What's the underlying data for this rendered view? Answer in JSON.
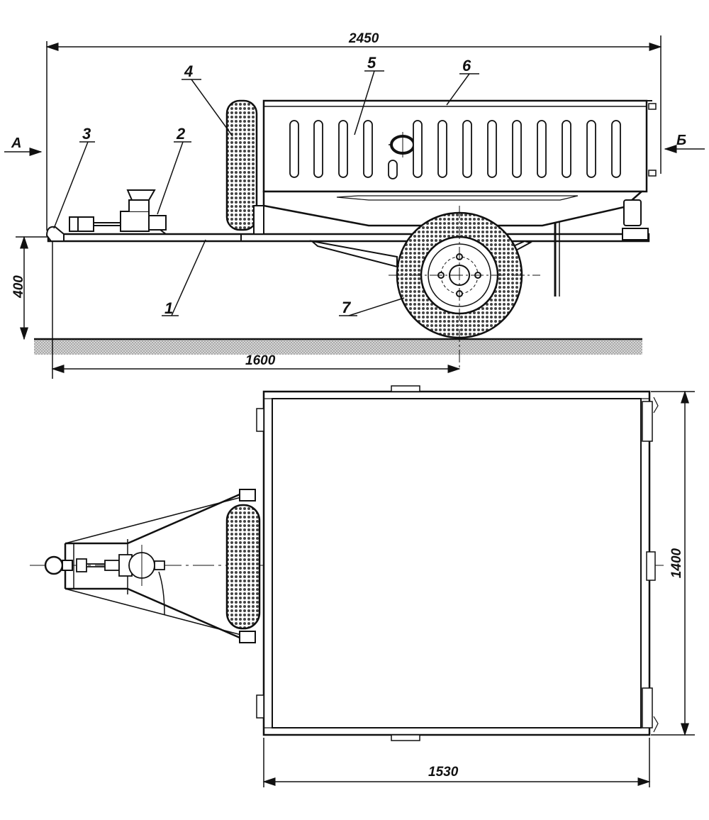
{
  "dimensions": {
    "overall_length": "2450",
    "hitch_height": "400",
    "hitch_to_axle": "1600",
    "body_width": "1400",
    "body_length": "1530"
  },
  "view_markers": {
    "front": "А",
    "rear": "Б"
  },
  "part_numbers": {
    "frame": "1",
    "engine_unit": "2",
    "tow_hitch": "3",
    "spare_wheel": "4",
    "cargo_body": "5",
    "body_rim": "6",
    "road_wheel": "7"
  },
  "colors": {
    "ink": "#111111",
    "hatch": "#5a5a5a",
    "ground": "#bdbdbd"
  }
}
